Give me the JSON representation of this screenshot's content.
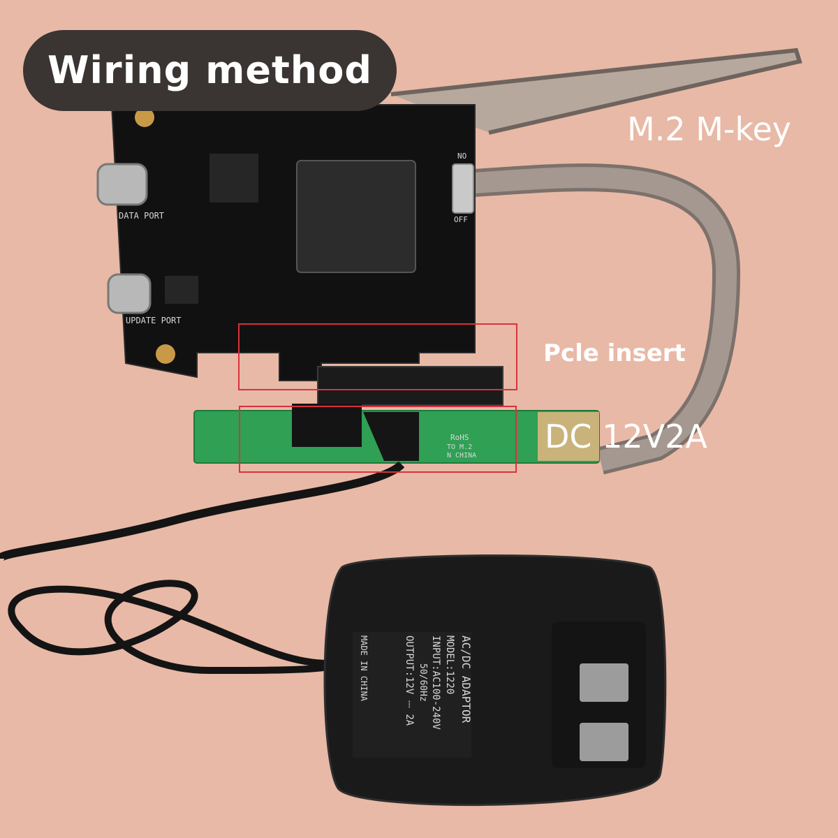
{
  "title": "Wiring method",
  "labels": {
    "m2_key": "M.2 M-key",
    "pcie_insert": "Pcle insert",
    "dc_power": "DC 12V2A"
  },
  "board_silkscreen": {
    "data_port": "DATA PORT",
    "update_port": "UPDATE PORT",
    "switch_on": "NO",
    "switch_off": "OFF"
  },
  "adapter_silkscreen": {
    "rohs": "RoHS",
    "model_line": "TO M.2",
    "origin": "N CHINA"
  },
  "power_adapter_label": {
    "type": "AC/DC ADAPTOR",
    "model": "MODEL:1220",
    "input": "INPUT:AC100-240V",
    "frequency": "50/60Hz",
    "output": "OUTPUT:12V ⎓ 2A",
    "made_in": "MADE IN CHINA"
  },
  "colors": {
    "background": "#e8b9a6",
    "pill": "#3a3532",
    "highlight": "#d8323c",
    "pcb": "#111111",
    "adapter_pcb": "#2fa054"
  }
}
